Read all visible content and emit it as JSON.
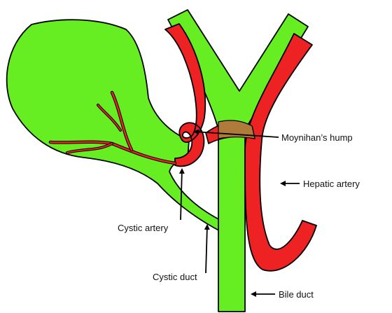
{
  "colors": {
    "duct_green": "#66ee22",
    "artery_red": "#ee2222",
    "overlap_brown": "#b07a3a",
    "outline": "#000000",
    "background": "#ffffff"
  },
  "labels": {
    "moynihans_hump": "Moynihan’s hump",
    "hepatic_artery": "Hepatic artery",
    "cystic_artery": "Cystic artery",
    "cystic_duct": "Cystic duct",
    "bile_duct": "Bile duct"
  }
}
